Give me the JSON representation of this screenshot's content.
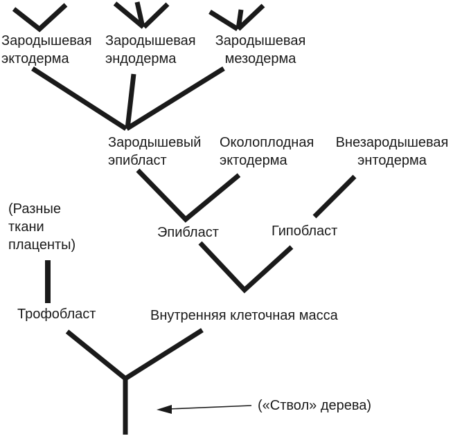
{
  "diagram": {
    "title": "Embryonic cell lineage tree",
    "colors": {
      "background": "#ffffff",
      "line": "#1a1a1a",
      "text": "#1a1a1a"
    },
    "nodes": {
      "embryonic_ectoderm": "Зародышевая\nэктодерма",
      "embryonic_endoderm": "Зародышевая\nэндодерма",
      "embryonic_mesoderm": "Зародышевая\nмезодерма",
      "embryonic_epiblast": "Зародышевый\nэпибласт",
      "amniotic_ectoderm": "Околоплодная\nэктодерма",
      "extraembryonic_endoderm": "Внезародышевая\nэнтодерма",
      "placenta_note": "(Разные\nткани\nплаценты)",
      "epiblast": "Эпибласт",
      "hypoblast": "Гипобласт",
      "trophoblast": "Трофобласт",
      "inner_cell_mass": "Внутренняя клеточная масса",
      "trunk_note": "(«Ствол» дерева)"
    }
  }
}
